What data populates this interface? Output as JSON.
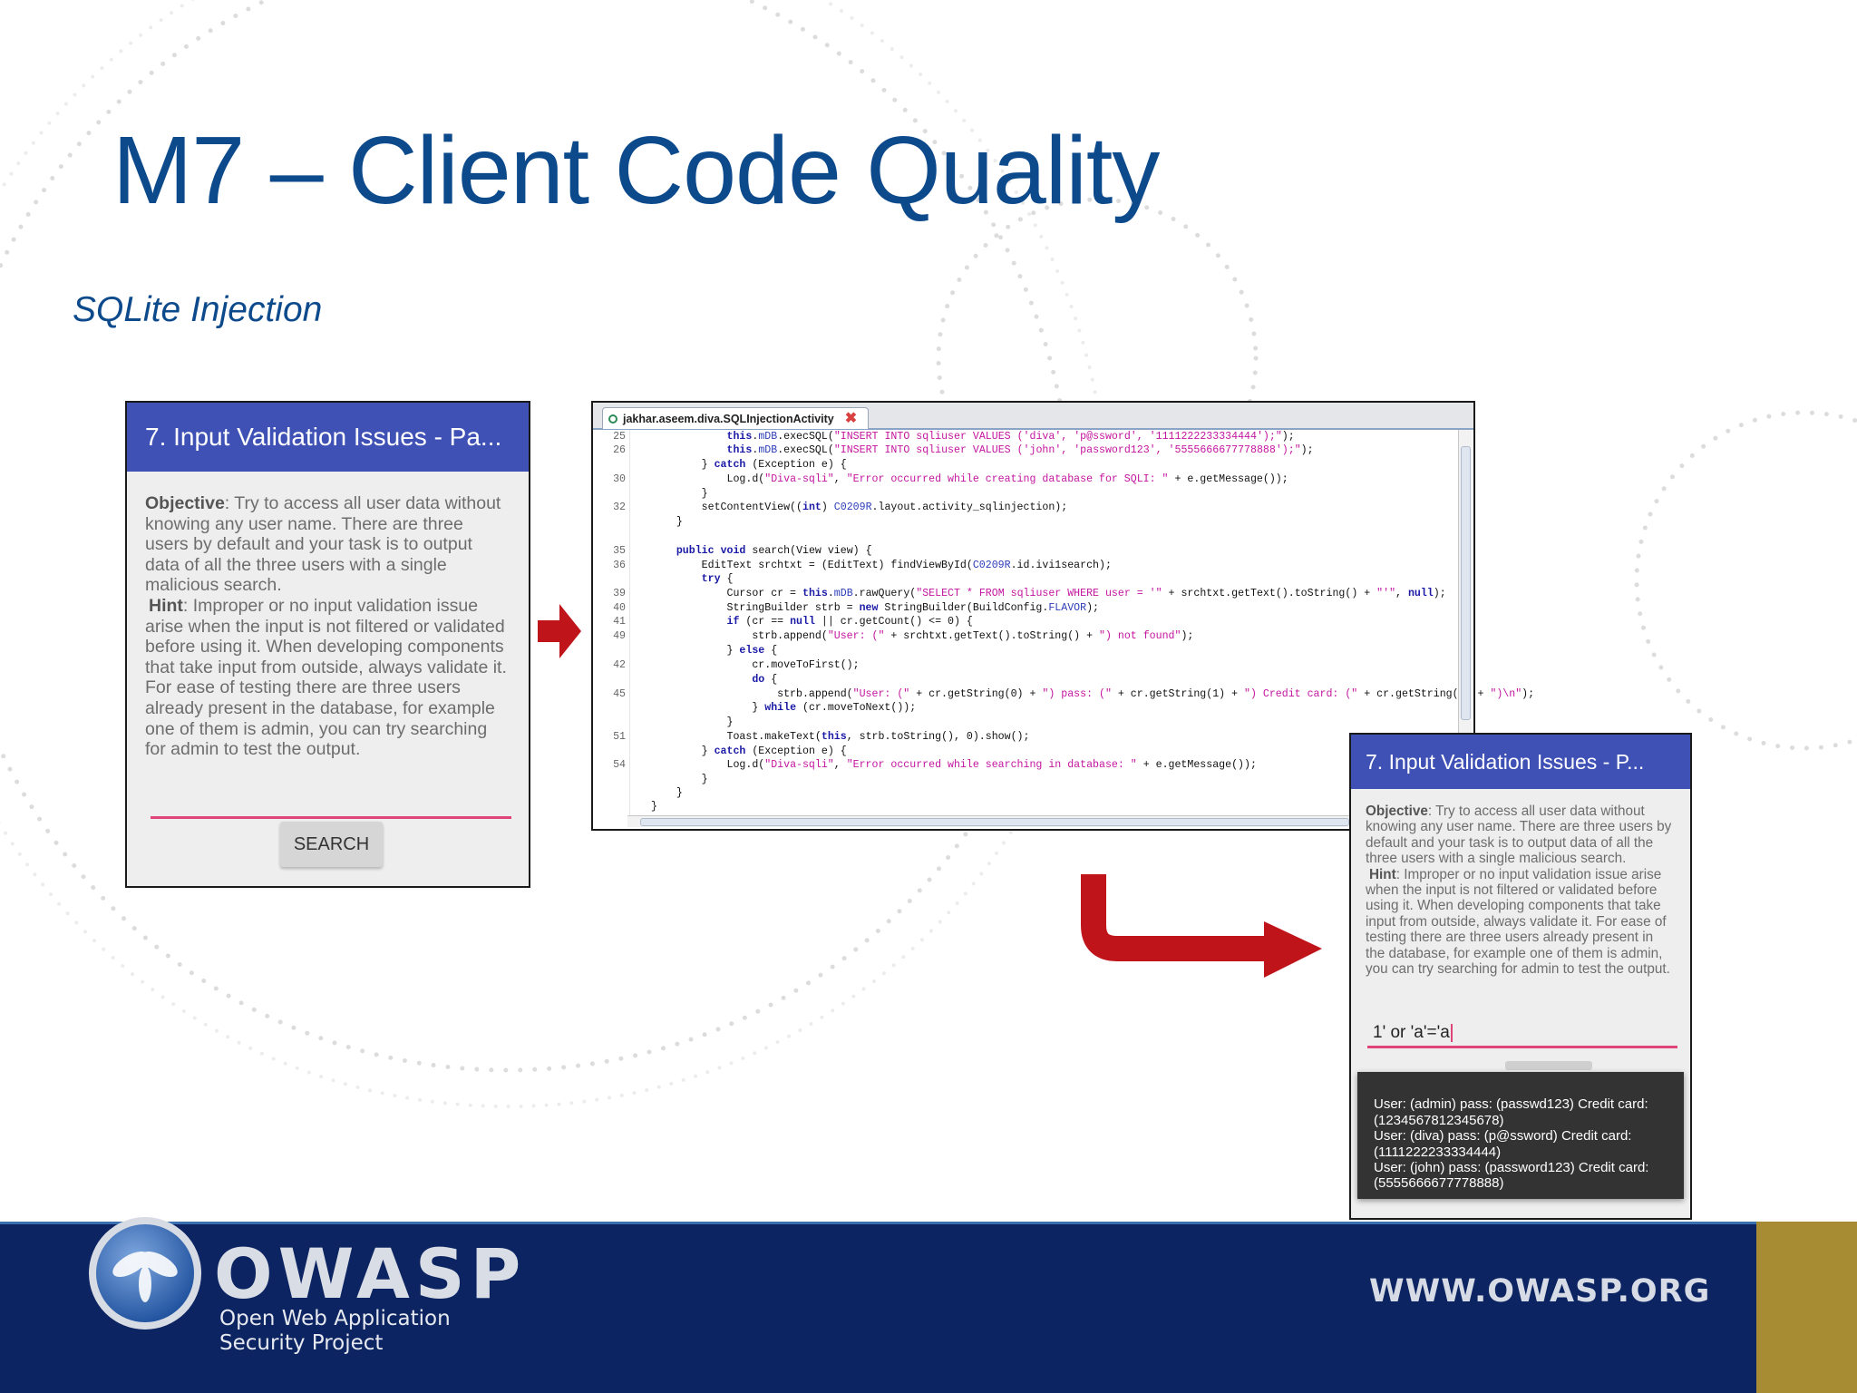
{
  "slide": {
    "title": "M7 – Client Code Quality",
    "subtitle": "SQLite Injection"
  },
  "phone_left": {
    "app_title": "7. Input Validation Issues - Pa...",
    "objective_label": "Objective",
    "objective_text": ": Try to access all user data without knowing any user name. There are three users by default and your task is to output data of all the three users with a single malicious search.",
    "hint_label": "Hint",
    "hint_text": ": Improper or no input validation issue arise when the input is not filtered or validated before using it. When developing components that take input from outside, always validate it. For ease of testing there are three users already present in the database, for example one of them is admin, you can try searching for admin to test the output.",
    "input_value": "",
    "search_button": "SEARCH"
  },
  "editor": {
    "tab_title": "jakhar.aseem.diva.SQLInjectionActivity",
    "lines": [
      {
        "n": "25",
        "code": "            this.mDB.execSQL(\"INSERT INTO sqliuser VALUES ('diva', 'p@ssword', '1111222233334444');\");"
      },
      {
        "n": "26",
        "code": "            this.mDB.execSQL(\"INSERT INTO sqliuser VALUES ('john', 'password123', '5555666677778888');\");"
      },
      {
        "n": "",
        "code": "        } catch (Exception e) {"
      },
      {
        "n": "30",
        "code": "            Log.d(\"Diva-sqli\", \"Error occurred while creating database for SQLI: \" + e.getMessage());"
      },
      {
        "n": "",
        "code": "        }"
      },
      {
        "n": "32",
        "code": "        setContentView((int) C0209R.layout.activity_sqlinjection);"
      },
      {
        "n": "",
        "code": "    }"
      },
      {
        "n": "",
        "code": ""
      },
      {
        "n": "35",
        "code": "    public void search(View view) {"
      },
      {
        "n": "36",
        "code": "        EditText srchtxt = (EditText) findViewById(C0209R.id.ivi1search);"
      },
      {
        "n": "",
        "code": "        try {"
      },
      {
        "n": "39",
        "code": "            Cursor cr = this.mDB.rawQuery(\"SELECT * FROM sqliuser WHERE user = '\" + srchtxt.getText().toString() + \"'\", null);"
      },
      {
        "n": "40",
        "code": "            StringBuilder strb = new StringBuilder(BuildConfig.FLAVOR);"
      },
      {
        "n": "41",
        "code": "            if (cr == null || cr.getCount() <= 0) {"
      },
      {
        "n": "49",
        "code": "                strb.append(\"User: (\" + srchtxt.getText().toString() + \") not found\");"
      },
      {
        "n": "",
        "code": "            } else {"
      },
      {
        "n": "42",
        "code": "                cr.moveToFirst();"
      },
      {
        "n": "",
        "code": "                do {"
      },
      {
        "n": "45",
        "code": "                    strb.append(\"User: (\" + cr.getString(0) + \") pass: (\" + cr.getString(1) + \") Credit card: (\" + cr.getString(2) + \")\\n\");"
      },
      {
        "n": "",
        "code": "                } while (cr.moveToNext());"
      },
      {
        "n": "",
        "code": "            }"
      },
      {
        "n": "51",
        "code": "            Toast.makeText(this, strb.toString(), 0).show();"
      },
      {
        "n": "",
        "code": "        } catch (Exception e) {"
      },
      {
        "n": "54",
        "code": "            Log.d(\"Diva-sqli\", \"Error occurred while searching in database: \" + e.getMessage());"
      },
      {
        "n": "",
        "code": "        }"
      },
      {
        "n": "",
        "code": "    }"
      },
      {
        "n": "",
        "code": "}"
      }
    ]
  },
  "phone_right": {
    "app_title": "7. Input Validation Issues - P...",
    "objective_label": "Objective",
    "objective_text": ": Try to access all user data without knowing any user name. There are three users by default and your task is to output data of all the three users with a single malicious search.",
    "hint_label": "Hint",
    "hint_text": ": Improper or no input validation issue arise when the input is not filtered or validated before using it. When developing components that take input from outside, always validate it. For ease of testing there are three users already present in the database, for example one of them is admin, you can try searching for admin to test the output.",
    "input_value": "1' or 'a'='a",
    "toast_text": "User: (admin) pass: (passwd123) Credit card: (1234567812345678)\nUser: (diva) pass: (p@ssword) Credit card: (1111222233334444)\nUser: (john) pass: (password123) Credit card: (5555666677778888)"
  },
  "footer": {
    "logo_word": "OWASP",
    "tagline_line1": "Open Web Application",
    "tagline_line2": "Security Project",
    "url": "WWW.OWASP.ORG"
  },
  "colors": {
    "title": "#0d4a8c",
    "app_bar": "#3f51b5",
    "input_underline": "#e0457a",
    "arrow": "#c0141b",
    "footer_bg": "#0c2461",
    "footer_accent": "#a88c34"
  },
  "icons": [
    "class-icon",
    "close-tab-icon",
    "arrow-right-icon",
    "bent-arrow-icon",
    "owasp-wasp-logo"
  ]
}
